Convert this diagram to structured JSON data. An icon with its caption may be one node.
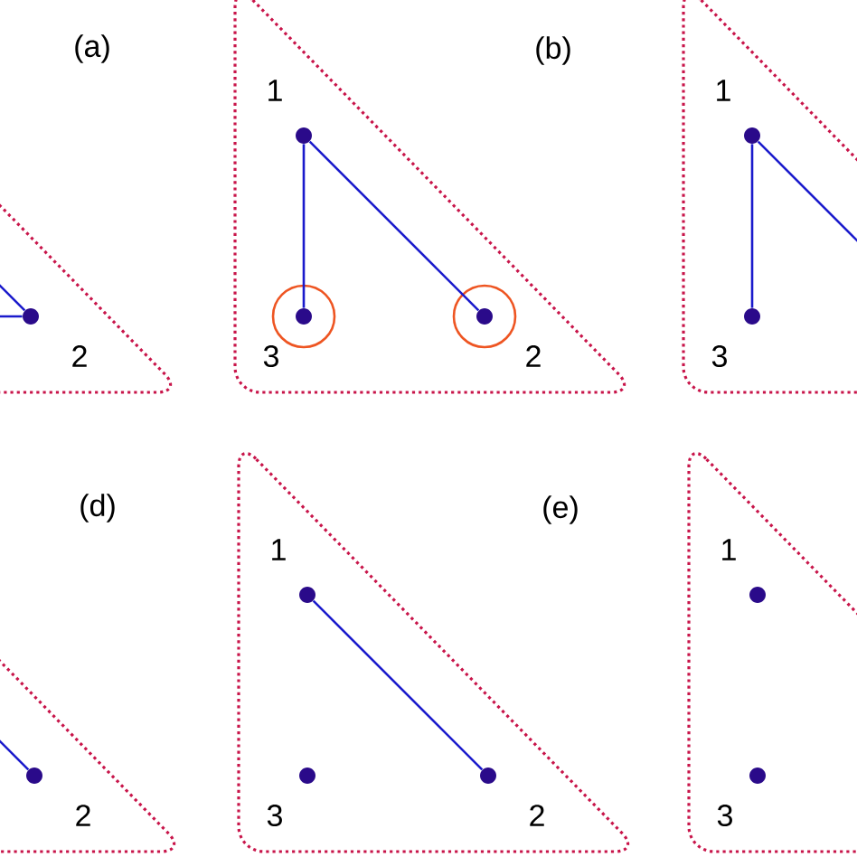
{
  "diagram": {
    "nodes": [
      {
        "text": [],
        "shape": "triangle"
      },
      {
        "text": [],
        "shape": "circle",
        "in": 0,
        "beside": [
          "2"
        ]
      },
      {
        "text": [],
        "shape": "triangle"
      },
      {
        "text": [],
        "shape": "circle",
        "in": 2,
        "beside": [
          "1"
        ]
      },
      {
        "text": [],
        "shape": "circle",
        "in": 2,
        "beside": [
          "3"
        ]
      },
      {
        "text": [],
        "shape": "circle",
        "in": 2,
        "beside": [
          "2"
        ]
      },
      {
        "text": [],
        "shape": "triangle"
      },
      {
        "text": [],
        "shape": "circle",
        "in": 6,
        "beside": [
          "1"
        ]
      },
      {
        "text": [],
        "shape": "circle",
        "in": 6,
        "beside": [
          "3"
        ]
      },
      {
        "text": [],
        "shape": "triangle"
      },
      {
        "text": [],
        "shape": "circle",
        "in": 9,
        "beside": [
          "2"
        ]
      },
      {
        "text": [],
        "shape": "triangle"
      },
      {
        "text": [],
        "shape": "circle",
        "in": 11,
        "beside": [
          "1"
        ]
      },
      {
        "text": [],
        "shape": "circle",
        "in": 11,
        "beside": [
          "3"
        ]
      },
      {
        "text": [],
        "shape": "circle",
        "in": 11,
        "beside": [
          "2"
        ]
      },
      {
        "text": [],
        "shape": "triangle"
      },
      {
        "text": [],
        "shape": "circle",
        "in": 15,
        "beside": [
          "1"
        ]
      },
      {
        "text": [],
        "shape": "circle",
        "in": 15,
        "beside": [
          "3"
        ]
      }
    ],
    "edges": [
      {
        "from": null,
        "to": 1,
        "arrow": "none"
      },
      {
        "from": null,
        "to": 1,
        "arrow": "none"
      },
      {
        "from": 3,
        "to": 4,
        "arrow": "none"
      },
      {
        "from": 3,
        "to": 5,
        "arrow": "none"
      },
      {
        "from": 7,
        "to": 8,
        "arrow": "none"
      },
      {
        "from": 7,
        "to": null,
        "arrow": "none"
      },
      {
        "from": null,
        "to": 10,
        "arrow": "none"
      },
      {
        "from": 12,
        "to": 14,
        "arrow": "none"
      }
    ],
    "labels": [
      "(a)",
      "(b)",
      "(d)",
      "(e)"
    ]
  }
}
